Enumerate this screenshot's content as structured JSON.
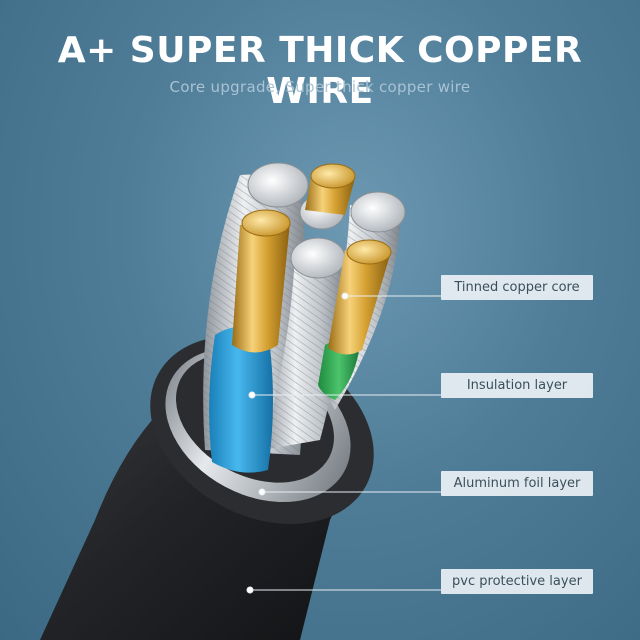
{
  "header": {
    "title": "A+ SUPER THICK COPPER WIRE",
    "subtitle": "Core upgrade, Super thick copper wire"
  },
  "callouts": [
    {
      "label": "Tinned copper core"
    },
    {
      "label": "Insulation layer"
    },
    {
      "label": "Aluminum foil layer"
    },
    {
      "label": "pvc protective layer"
    }
  ],
  "colors": {
    "background": "#4f7d98",
    "copper": "#d9a630",
    "insulation_blue": "#2ea3dc",
    "insulation_green": "#3ab05a",
    "tinned": "#c8ccd0",
    "jacket": "#232528",
    "foil": "#b9bec4"
  }
}
